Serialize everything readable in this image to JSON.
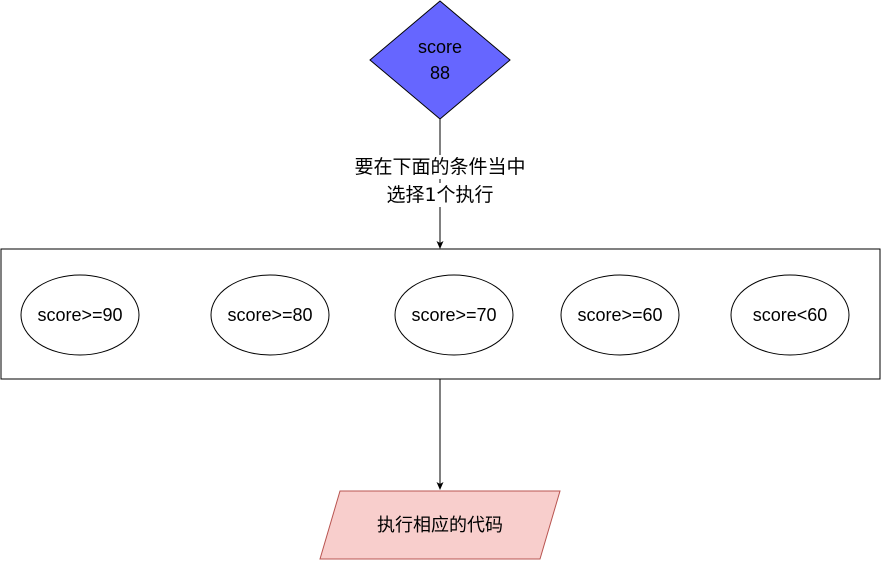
{
  "decision": {
    "line1": "score",
    "line2": "88",
    "fill": "#6666FF",
    "stroke": "#000000"
  },
  "edge_label": {
    "line1": "要在下面的条件当中",
    "line2": "选择1个执行"
  },
  "conditions": [
    "score>=90",
    "score>=80",
    "score>=70",
    "score>=60",
    "score<60"
  ],
  "output": {
    "label": "执行相应的代码",
    "fill": "#F8CECC",
    "stroke": "#B85450"
  }
}
